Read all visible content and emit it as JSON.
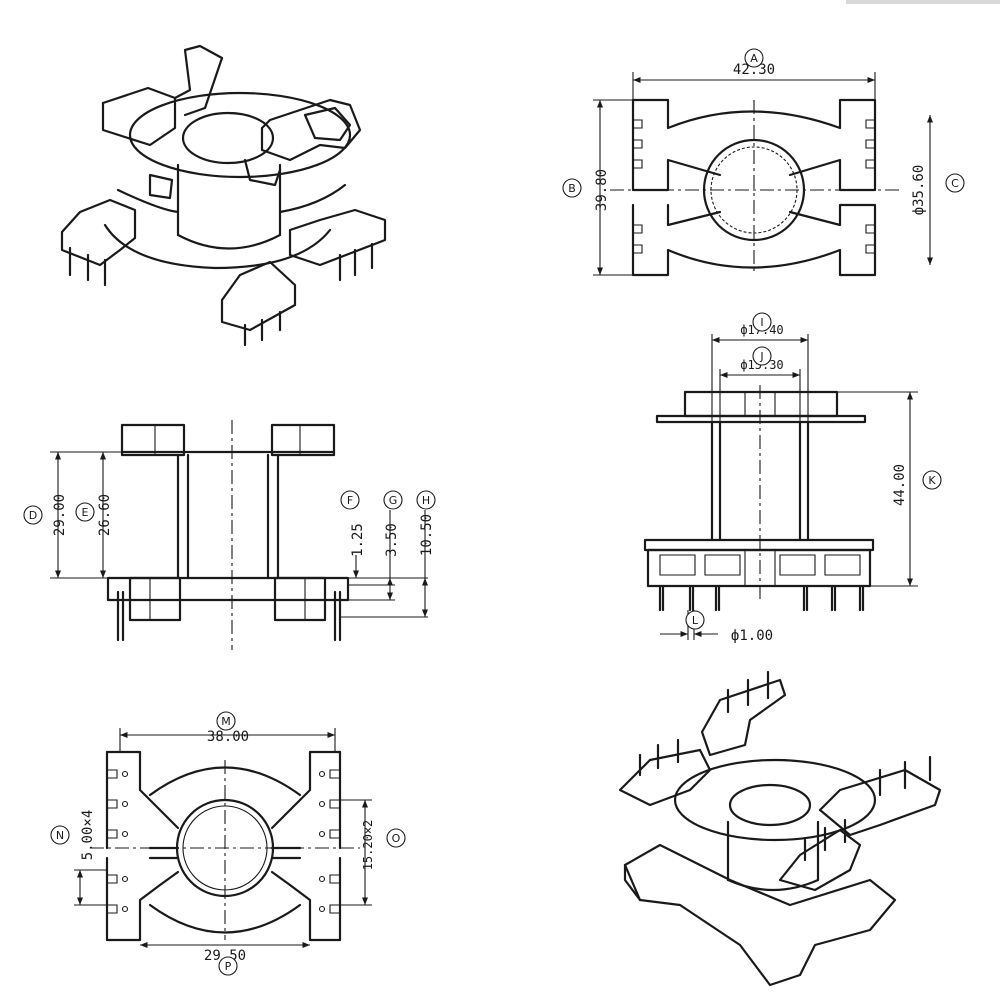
{
  "views": {
    "top_view": {
      "dim_width": "42.30",
      "dim_width_label": "A",
      "dim_height": "39.80",
      "dim_height_label": "B",
      "dim_diameter": "ф35.60",
      "dim_diameter_label": "C"
    },
    "front_view": {
      "dim_d": "29.00",
      "dim_d_label": "D",
      "dim_e": "26.60",
      "dim_e_label": "E",
      "dim_f": "1.25",
      "dim_f_label": "F",
      "dim_g": "3.50",
      "dim_g_label": "G",
      "dim_h": "10.50",
      "dim_h_label": "H"
    },
    "side_view": {
      "dim_i": "ф17.40",
      "dim_i_label": "I",
      "dim_j": "ф15.30",
      "dim_j_label": "J",
      "dim_k": "44.00",
      "dim_k_label": "K",
      "dim_l": "ф1.00",
      "dim_l_label": "L"
    },
    "bottom_view": {
      "dim_m": "38.00",
      "dim_m_label": "M",
      "dim_n": "5.00×4",
      "dim_n_label": "N",
      "dim_o": "15.20×2",
      "dim_o_label": "O",
      "dim_p": "29.50",
      "dim_p_label": "P"
    }
  }
}
